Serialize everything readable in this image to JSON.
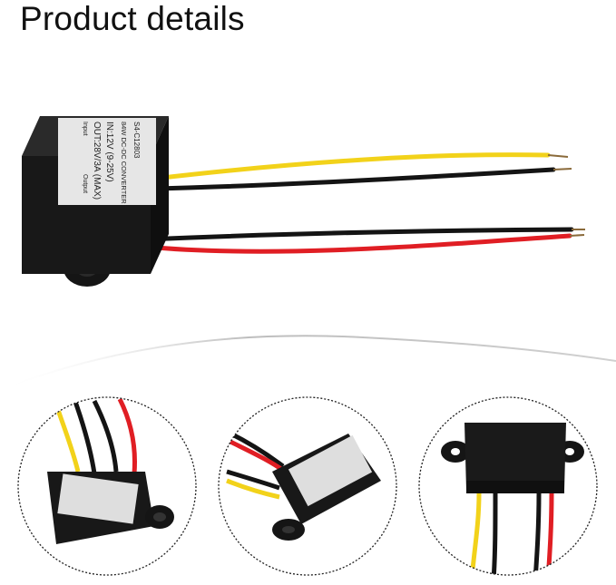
{
  "header": {
    "title": "Product details"
  },
  "product_label": {
    "model": "S4-C12803",
    "line1": "84W DC-DC CONVERTER",
    "line2": "IN:12V (9-25V)",
    "line3": "OUT:28V/3A (MAX)",
    "input": "Input",
    "output": "Output"
  },
  "colors": {
    "body": "#1a1a1a",
    "wire_yellow": "#f2d21a",
    "wire_red": "#e01e24",
    "wire_black": "#141414",
    "arc": "#c8c8c8",
    "circle_border": "#222222"
  },
  "images": [
    {
      "name": "main-product-photo"
    },
    {
      "name": "detail-circle-left"
    },
    {
      "name": "detail-circle-center"
    },
    {
      "name": "detail-circle-right"
    }
  ]
}
